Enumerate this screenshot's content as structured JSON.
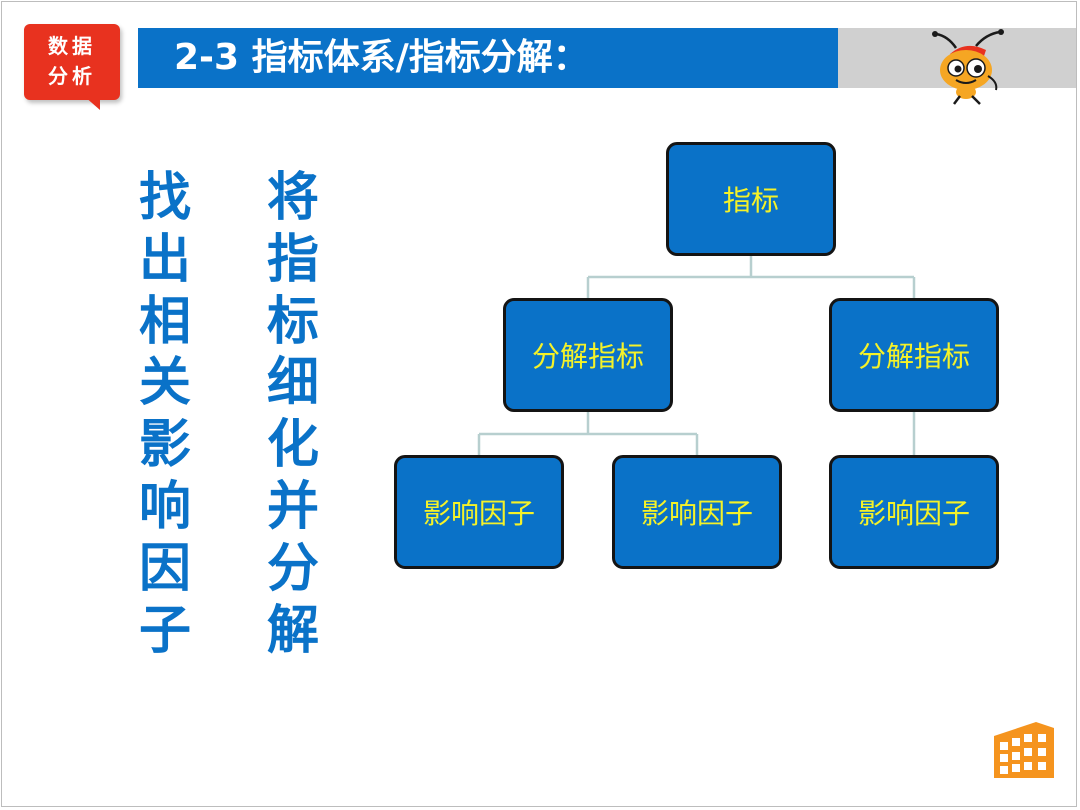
{
  "header": {
    "badge_line1": "数据",
    "badge_line2": "分析",
    "title": "2-3  指标体系/指标分解："
  },
  "columns": {
    "left": "找出相关影响因子",
    "right": "将指标细化并分解"
  },
  "diagram": {
    "root": "指标",
    "mid_left": "分解指标",
    "mid_right": "分解指标",
    "leaf_1": "影响因子",
    "leaf_2": "影响因子",
    "leaf_3": "影响因子"
  },
  "colors": {
    "primary_blue": "#0a72c8",
    "badge_red": "#e8321f",
    "node_text_yellow": "#f5f228",
    "connector_gray": "#b7cfcf",
    "logo_orange": "#f5941e"
  },
  "icons": {
    "mascot": "ant-mascot-icon",
    "logo": "building-logo-icon"
  }
}
